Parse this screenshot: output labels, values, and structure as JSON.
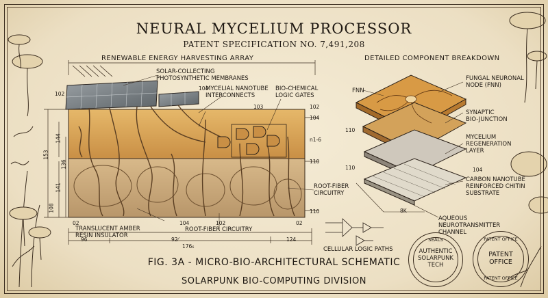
{
  "title": "NEURAL MYCELIUM PROCESSOR",
  "subtitle": "PATENT SPECIFICATION NO. 7,491,208",
  "left_panel": {
    "heading": "RENEWABLE ENERGY HARVESTING ARRAY",
    "labels": {
      "solar": "SOLAR-COLLECTING\nPHOTOSYNTHETIC MEMBRANES",
      "interconnects": "MYCELIAL NANOTUBE\nINTERCONNECTS",
      "logic_gates": "BIO-CHEMICAL\nLOGIC GATES",
      "root_fiber_right": "ROOT-FIBER\nCIRCUITRY",
      "root_fiber_bottom": "ROOT-FIBER CIRCUITRY",
      "resin": "TRANSLUCENT AMBER\nRESIN INSULATOR",
      "logic_paths": "CELLULAR LOGIC PATHS"
    },
    "refs": {
      "r102_left": "102",
      "r104_top": "104",
      "r103": "103",
      "r102_right": "102",
      "r104_right": "104",
      "r110_right": "110",
      "r110_bottom": "110",
      "r02_left": "02",
      "r104_bottom": "104",
      "r102_bottom": "102",
      "r02_bottom": "02",
      "formula": "n1-6"
    },
    "dims": {
      "d153": "153",
      "d144": "144",
      "d136": "136",
      "d141": "141",
      "d108": "108",
      "d96": "96",
      "d92": "92⁄",
      "d176": "176₆",
      "d124": "124"
    }
  },
  "right_panel": {
    "heading": "DETAILED COMPONENT BREAKDOWN",
    "labels": {
      "fnn_tag": "FNN",
      "fnn": "FUNGAL NEURONAL\nNODE (FNN)",
      "synaptic": "SYNAPTIC\nBIO-JUNCTION",
      "mycelium": "MYCELIUM\nREGENERATION\nLAYER",
      "carbon": "CARBON NANOTUBE\nREINFORCED CHITIN\nSUBSTRATE",
      "aqueous": "AQUEOUS\nNEUROTRANSMITTER\nCHANNEL"
    },
    "refs": {
      "r110_a": "110",
      "r110_b": "110",
      "r104": "104",
      "r8k": "8K"
    }
  },
  "caption": "FIG. 3A - MICRO-BIO-ARCHITECTURAL SCHEMATIC",
  "division": "SOLARPUNK BIO-COMPUTING DIVISION",
  "seal_left": {
    "arc": "SEALS",
    "text": "AUTHENTIC\nSOLARPUNK\nTECH"
  },
  "seal_right": {
    "arc_top": "PATENT OFFICE",
    "text": "PATENT\nOFFICE",
    "arc_bottom": "PATENT OFFICE"
  },
  "colors": {
    "ink": "#1e1812",
    "amber": "#d9a55a",
    "amber_dark": "#b07a35",
    "soil": "#c9a878",
    "paper": "#efe4cc"
  }
}
